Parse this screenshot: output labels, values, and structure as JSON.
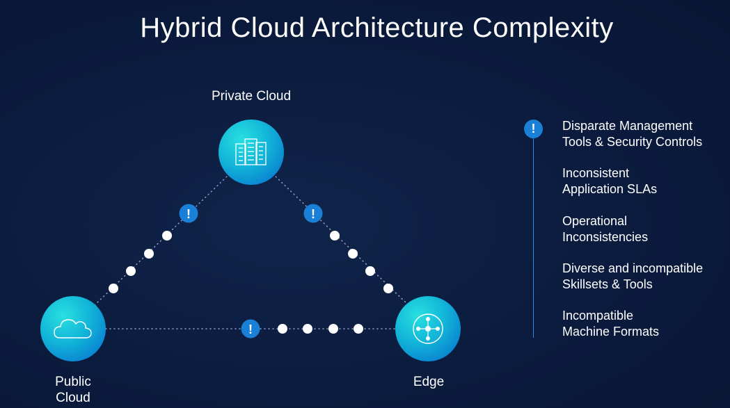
{
  "title": "Hybrid Cloud Architecture Complexity",
  "nodes": {
    "private_cloud": {
      "label": "Private Cloud",
      "icon": "building-icon"
    },
    "public_cloud": {
      "label_line1": "Public",
      "label_line2": "Cloud",
      "icon": "cloud-icon"
    },
    "edge": {
      "label": "Edge",
      "icon": "network-hub-icon"
    }
  },
  "alert_symbol": "!",
  "issues": [
    {
      "line1": "Disparate Management",
      "line2": "Tools & Security Controls"
    },
    {
      "line1": "Inconsistent",
      "line2": "Application SLAs"
    },
    {
      "line1": "Operational",
      "line2": "Inconsistencies"
    },
    {
      "line1": "Diverse and incompatible",
      "line2": "Skillsets & Tools"
    },
    {
      "line1": "Incompatible",
      "line2": "Machine Formats"
    }
  ],
  "colors": {
    "background": "#0b1b3d",
    "node_gradient_start": "#19d2d8",
    "node_gradient_end": "#0a8fd4",
    "alert": "#1a7fd6",
    "accent_line": "#2b8ee0"
  }
}
